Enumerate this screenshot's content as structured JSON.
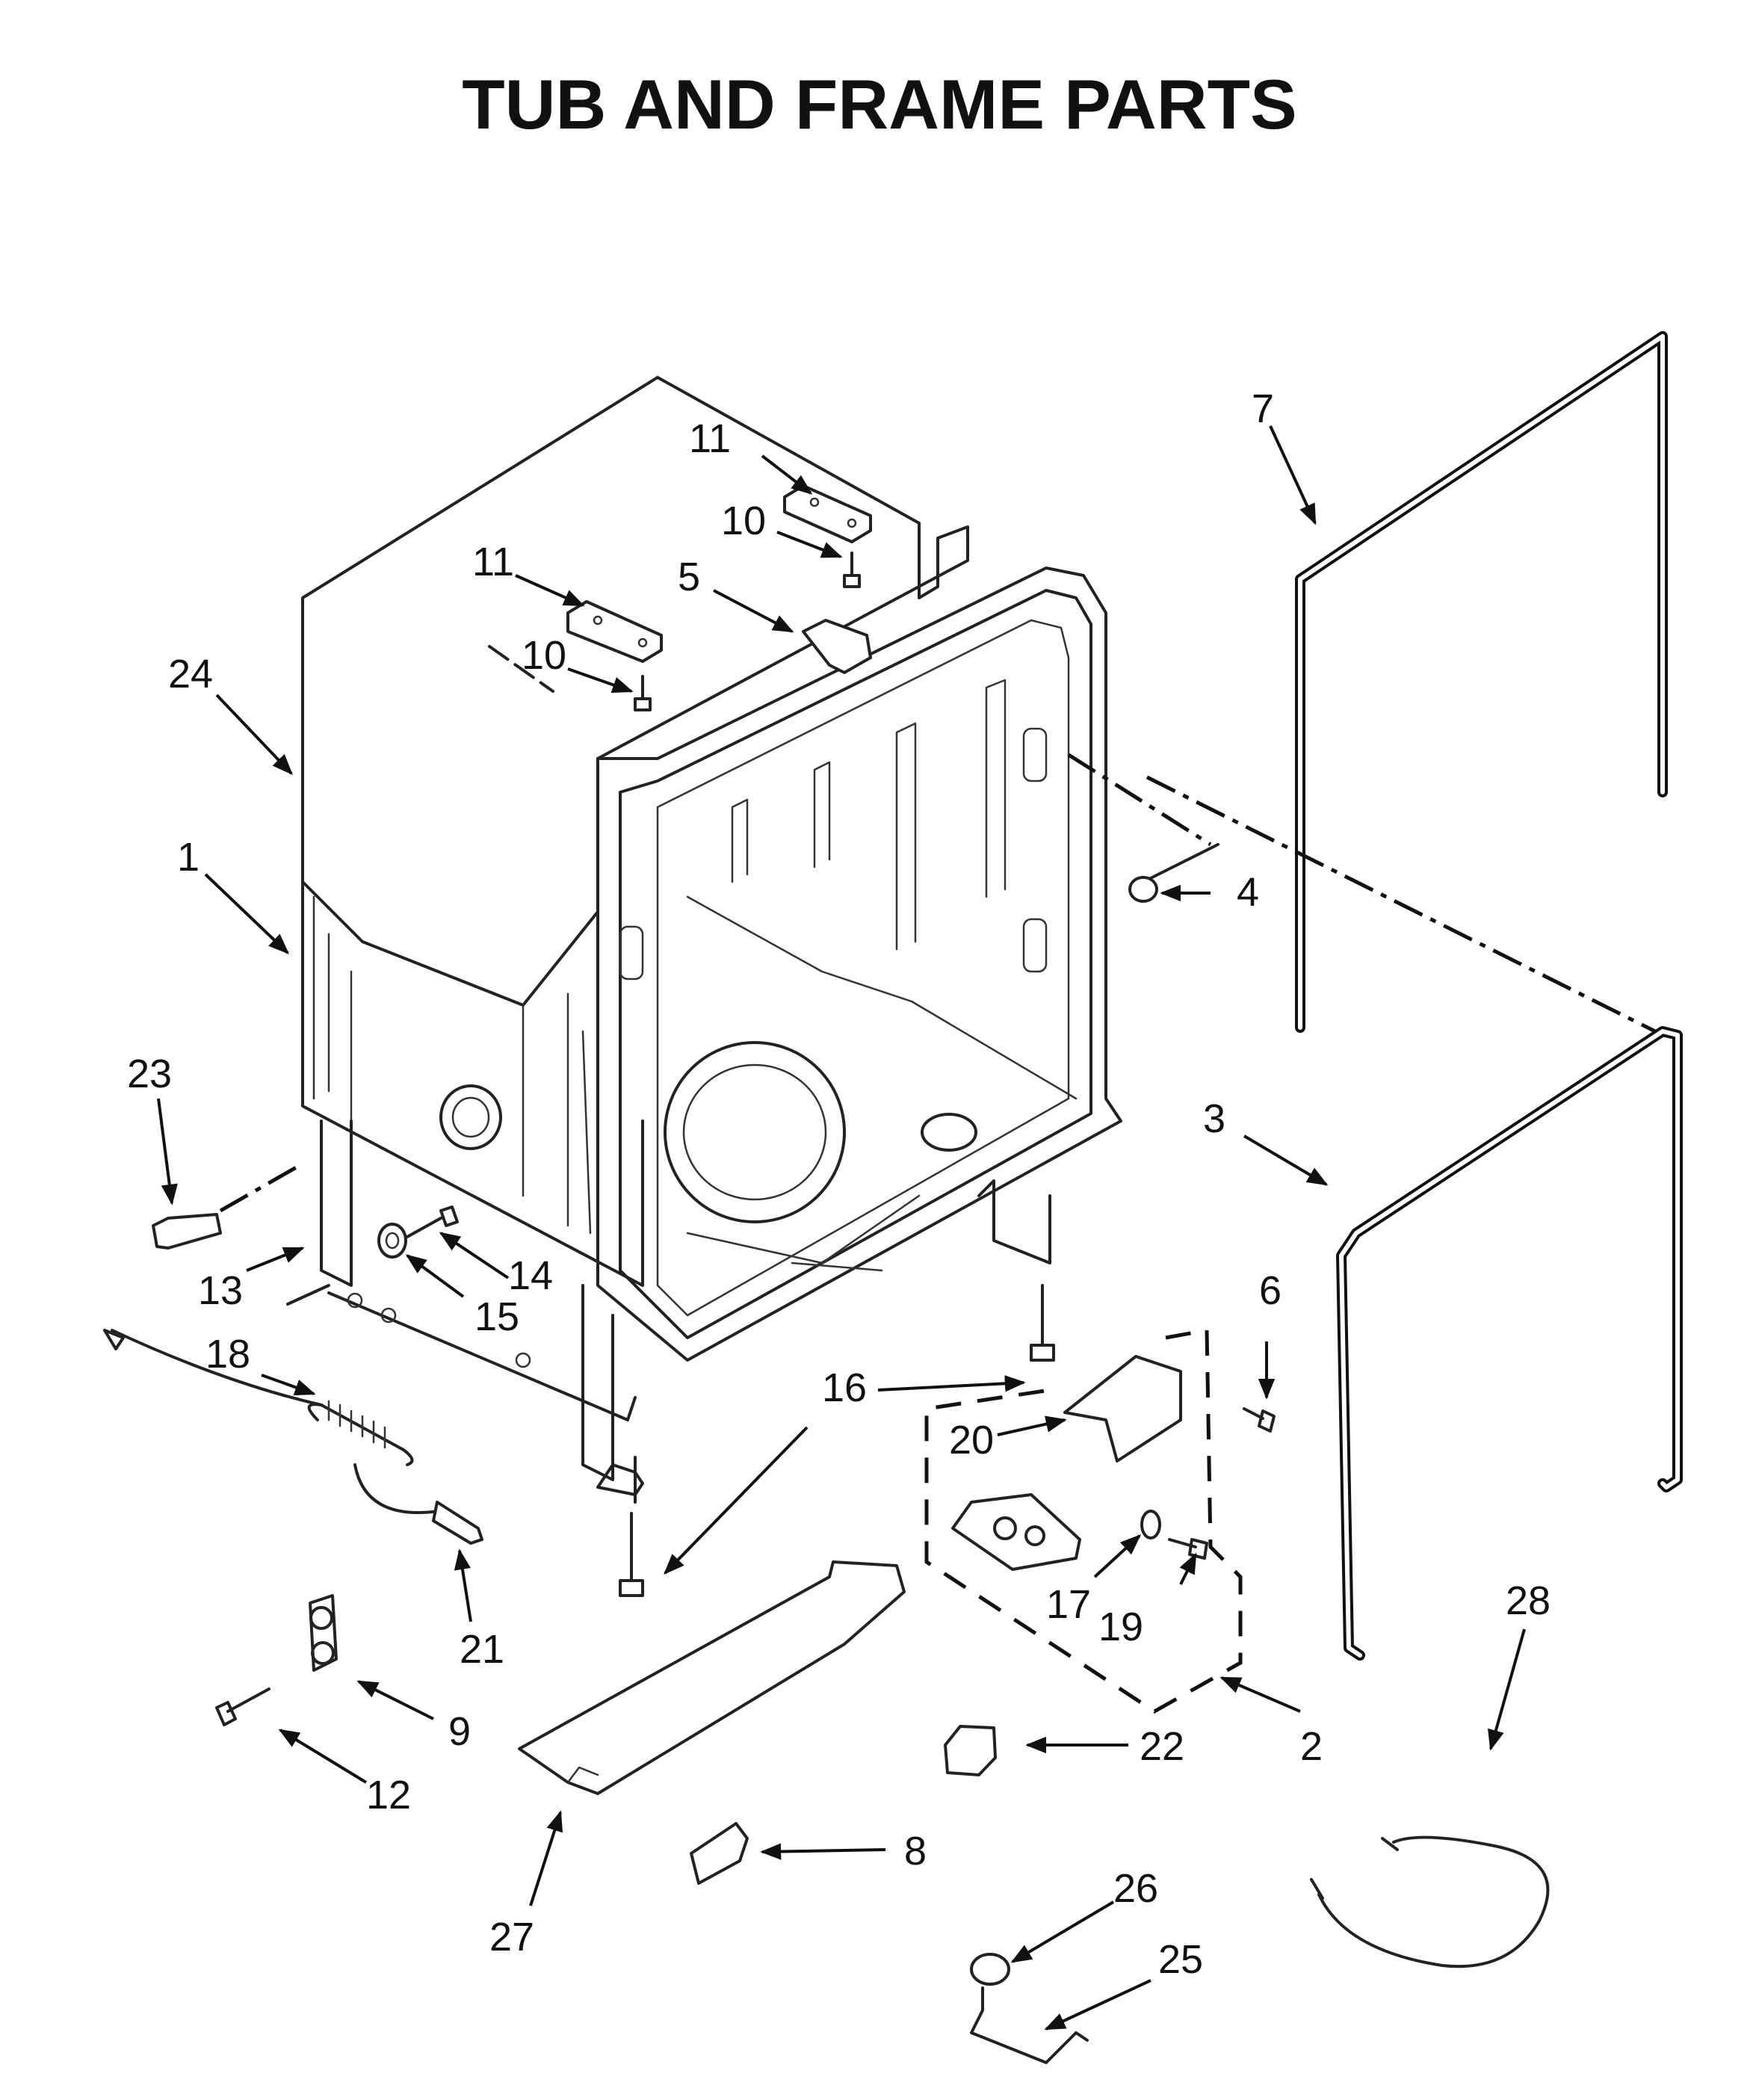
{
  "title": "TUB AND FRAME PARTS",
  "callouts": {
    "c1": "1",
    "c2": "2",
    "c3": "3",
    "c4": "4",
    "c5": "5",
    "c6": "6",
    "c7": "7",
    "c8": "8",
    "c9": "9",
    "c10a": "10",
    "c10b": "10",
    "c11a": "11",
    "c11b": "11",
    "c12": "12",
    "c13": "13",
    "c14": "14",
    "c15": "15",
    "c16": "16",
    "c17": "17",
    "c18": "18",
    "c19": "19",
    "c20": "20",
    "c21": "21",
    "c22": "22",
    "c23": "23",
    "c24": "24",
    "c25": "25",
    "c26": "26",
    "c27": "27",
    "c28": "28"
  },
  "colors": {
    "line": "#111111",
    "background": "#ffffff"
  }
}
